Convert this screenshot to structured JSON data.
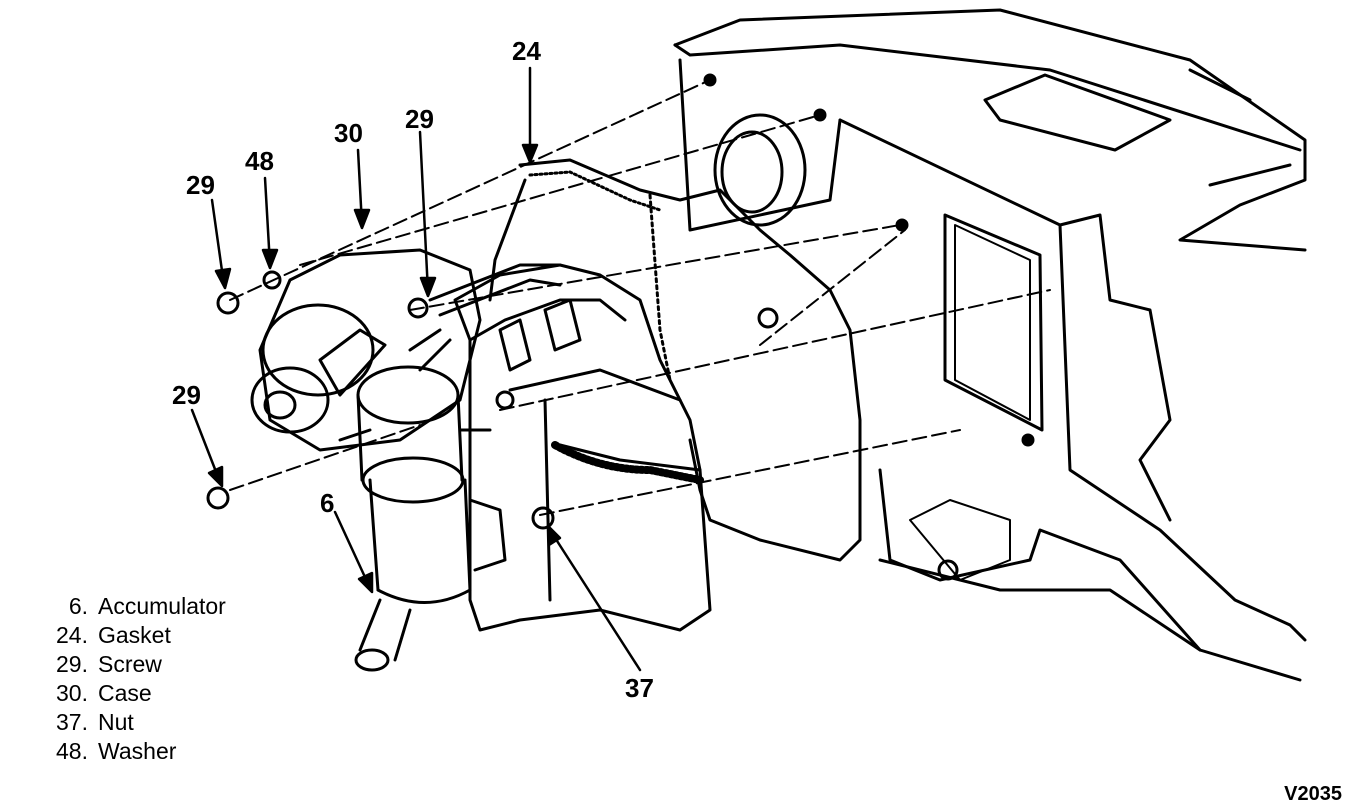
{
  "callouts": {
    "c24": "24",
    "c30": "30",
    "c29_top": "29",
    "c48": "48",
    "c29_left": "29",
    "c29_mid": "29",
    "c6": "6",
    "c37": "37"
  },
  "legend": [
    {
      "num": "6.",
      "label": "Accumulator"
    },
    {
      "num": "24.",
      "label": "Gasket"
    },
    {
      "num": "29.",
      "label": "Screw"
    },
    {
      "num": "30.",
      "label": "Case"
    },
    {
      "num": "37.",
      "label": "Nut"
    },
    {
      "num": "48.",
      "label": "Washer"
    }
  ],
  "ref_code": "V2035"
}
